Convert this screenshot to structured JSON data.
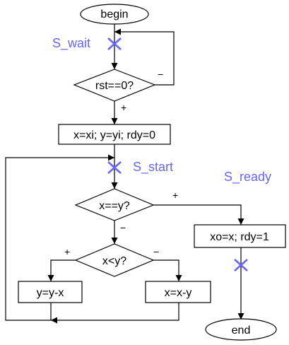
{
  "colors": {
    "line": "#000000",
    "state_label": "#6666ff",
    "state_marker": "#6666ff"
  },
  "nodes": {
    "begin": "begin",
    "check_reset": "rst==0?",
    "init": "x=xi; y=yi; rdy=0",
    "check_equal": "x==y?",
    "check_less": "x<y?",
    "sub_y": "y=y-x",
    "sub_x": "x=x-y",
    "output": "xo=x; rdy=1",
    "end": "end"
  },
  "branch_signs": {
    "reset_false": "−",
    "reset_true": "+",
    "equal_true": "+",
    "equal_false": "−",
    "less_true": "+",
    "less_false": "−"
  },
  "states": {
    "wait": "S_wait",
    "start": "S_start",
    "ready": "S_ready"
  }
}
